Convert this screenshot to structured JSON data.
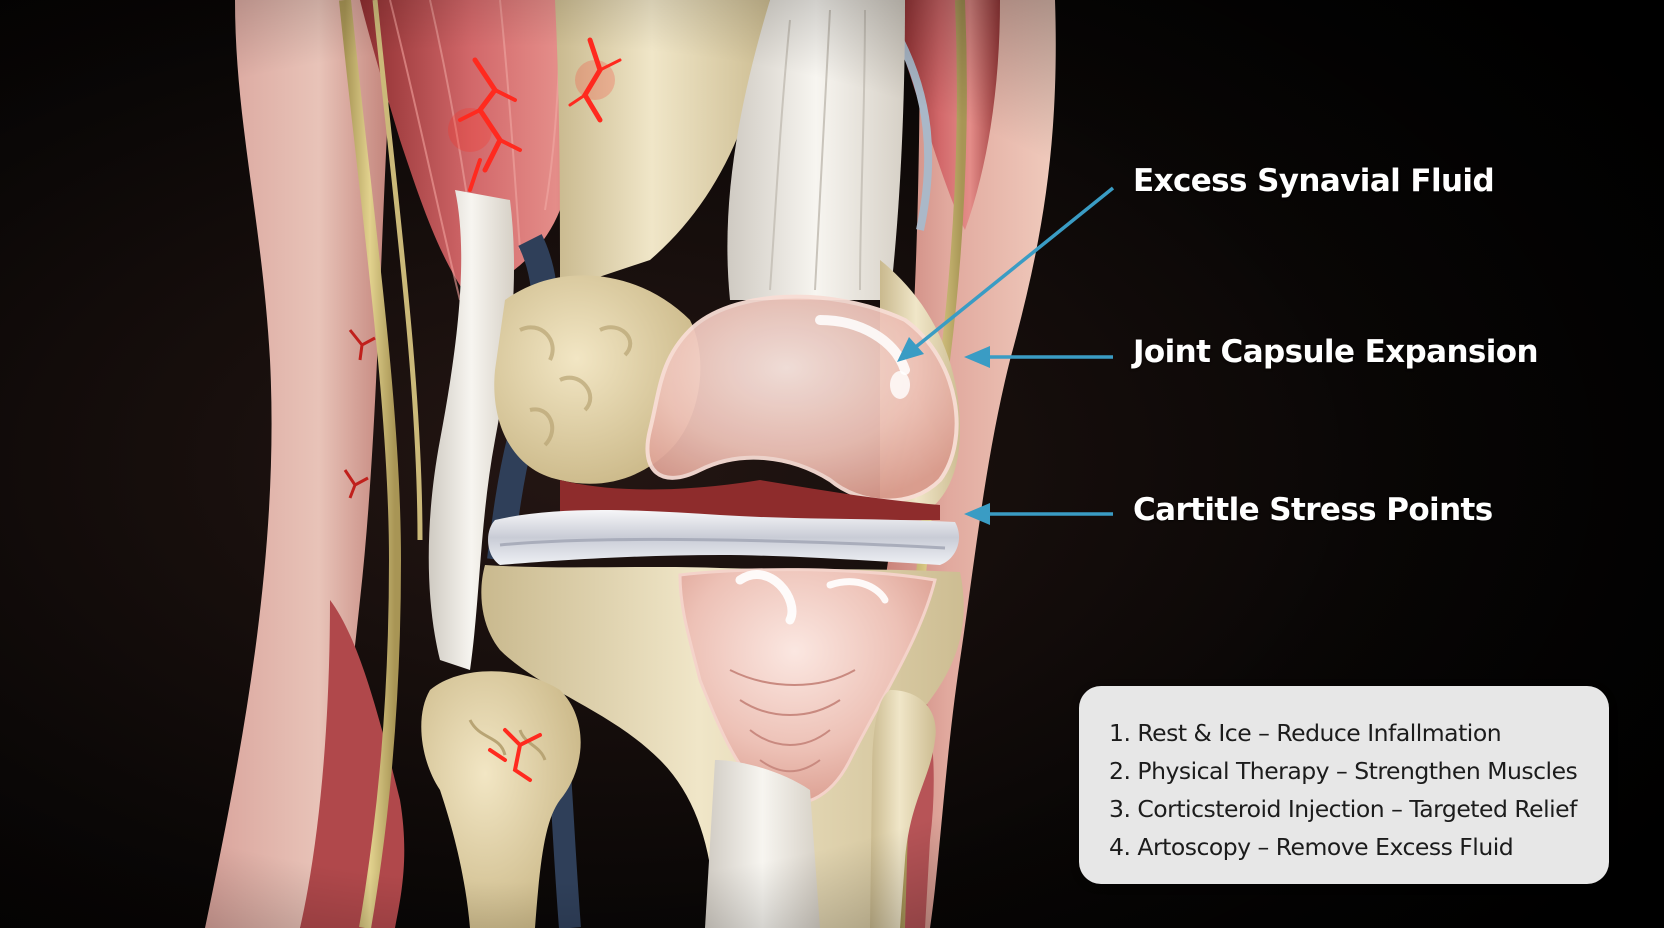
{
  "callouts": [
    {
      "label": "Excess Synavial Fluid"
    },
    {
      "label": "Joint Capsule Expansion"
    },
    {
      "label": "Cartitle Stress Points"
    }
  ],
  "treatments": [
    "1. Rest & Ice – Reduce Infallmation",
    "2. Physical Therapy – Strengthen Muscles",
    "3. Corticsteroid Injection – Targeted Relief",
    "4. Artoscopy – Remove Excess Fluid"
  ],
  "colors": {
    "background": "#000000",
    "arrow": "#3a9cc4",
    "label_text": "#ffffff",
    "box_background": "#e7e7e7",
    "box_text": "#1c1c1c",
    "bone": "#e9dcb6",
    "muscle": "#c8555a",
    "inflammation": "#e8231f",
    "fluid": "#f2c7bd"
  }
}
